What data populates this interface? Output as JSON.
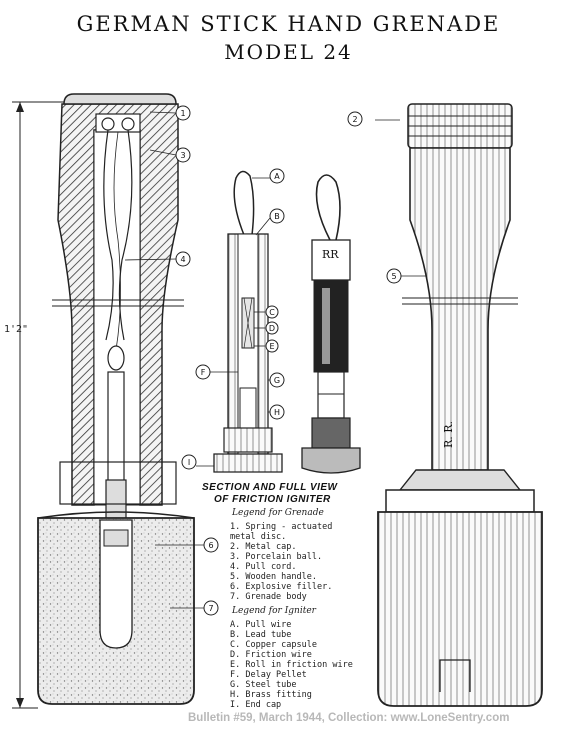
{
  "title": {
    "line1": "GERMAN STICK HAND GRENADE",
    "line2": "MODEL 24"
  },
  "measurement": "1'2\"",
  "grenade_callouts": [
    "1",
    "2",
    "3",
    "4",
    "5",
    "6",
    "7"
  ],
  "igniter_callouts": [
    "A",
    "B",
    "C",
    "D",
    "E",
    "F",
    "G",
    "H",
    "I"
  ],
  "markings": {
    "rr_cap": "RR",
    "rr_handle": "R. R."
  },
  "igniter_caption": {
    "line1": "SECTION AND FULL VIEW",
    "line2": "OF FRICTION IGNITER"
  },
  "legend_grenade": {
    "heading": "Legend for Grenade",
    "items": [
      "1. Spring - actuated",
      "   metal disc.",
      "2. Metal cap.",
      "3. Porcelain ball.",
      "4. Pull cord.",
      "5. Wooden handle.",
      "6. Explosive filler.",
      "7. Grenade body"
    ]
  },
  "legend_igniter": {
    "heading": "Legend for Igniter",
    "items": [
      "A. Pull wire",
      "B. Lead tube",
      "C. Copper capsule",
      "D. Friction wire",
      "E. Roll in friction wire",
      "F. Delay Pellet",
      "G. Steel tube",
      "H. Brass fitting",
      "I. End cap"
    ]
  },
  "footer": "Bulletin #59, March 1944, Collection: www.LoneSentry.com"
}
